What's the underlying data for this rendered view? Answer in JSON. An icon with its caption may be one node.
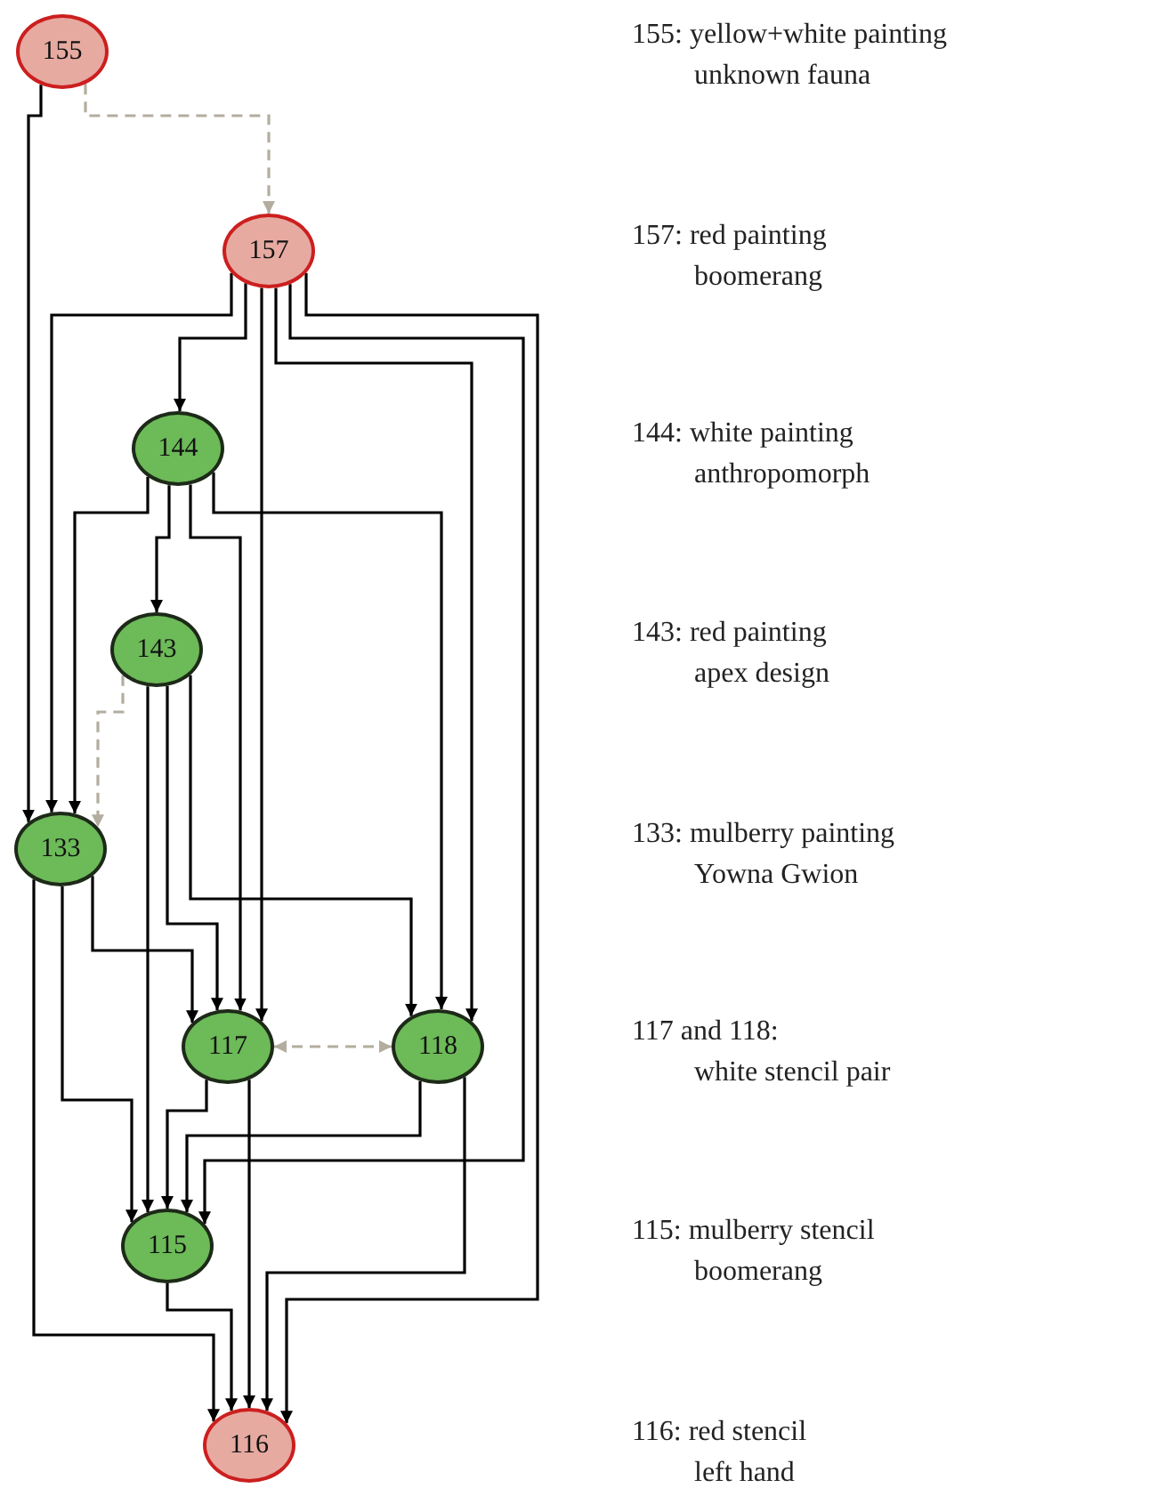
{
  "diagram": {
    "nodes": [
      {
        "text": [
          "155"
        ]
      },
      {
        "text": [
          "157"
        ]
      },
      {
        "text": [
          "144"
        ]
      },
      {
        "text": [
          "143"
        ]
      },
      {
        "text": [
          "133"
        ]
      },
      {
        "text": [
          "117"
        ]
      },
      {
        "text": [
          "118"
        ]
      },
      {
        "text": [
          "115"
        ]
      },
      {
        "text": [
          "116"
        ]
      }
    ],
    "edges": [
      {
        "from": 0,
        "to": 1,
        "arrow": "to",
        "style": "dashed",
        "color": "#b3ad9f"
      },
      {
        "from": 0,
        "to": 4,
        "arrow": "to"
      },
      {
        "from": 1,
        "to": 4,
        "arrow": "to"
      },
      {
        "from": 1,
        "to": 2,
        "arrow": "to"
      },
      {
        "from": 1,
        "to": 5,
        "arrow": "to"
      },
      {
        "from": 1,
        "to": 6,
        "arrow": "to"
      },
      {
        "from": 1,
        "to": 7,
        "arrow": "to"
      },
      {
        "from": 1,
        "to": 8,
        "arrow": "to"
      },
      {
        "from": 2,
        "to": 4,
        "arrow": "to"
      },
      {
        "from": 2,
        "to": 3,
        "arrow": "to"
      },
      {
        "from": 2,
        "to": 5,
        "arrow": "to"
      },
      {
        "from": 2,
        "to": 6,
        "arrow": "to"
      },
      {
        "from": 3,
        "to": 4,
        "arrow": "to",
        "style": "dashed",
        "color": "#b3ad9f"
      },
      {
        "from": 3,
        "to": 7,
        "arrow": "to"
      },
      {
        "from": 3,
        "to": 5,
        "arrow": "to"
      },
      {
        "from": 3,
        "to": 6,
        "arrow": "to"
      },
      {
        "from": 4,
        "to": 8,
        "arrow": "to"
      },
      {
        "from": 4,
        "to": 7,
        "arrow": "to"
      },
      {
        "from": 4,
        "to": 5,
        "arrow": "to"
      },
      {
        "from": 5,
        "to": 7,
        "arrow": "to"
      },
      {
        "from": 5,
        "to": 8,
        "arrow": "to"
      },
      {
        "from": 6,
        "to": 7,
        "arrow": "to"
      },
      {
        "from": 6,
        "to": 8,
        "arrow": "to"
      },
      {
        "from": 7,
        "to": 8,
        "arrow": "to"
      },
      {
        "from": 5,
        "to": 6,
        "arrow": "both",
        "style": "dashed",
        "color": "#b3ad9f"
      }
    ],
    "labels": [
      "155: yellow+white painting",
      "unknown fauna",
      "157: red painting",
      "boomerang",
      "144: white painting",
      "anthropomorph",
      "143: red painting",
      "apex design",
      "133: mulberry painting",
      "Yowna Gwion",
      "117 and 118:",
      "white stencil pair",
      "115: mulberry stencil",
      "boomerang",
      "116: red stencil",
      "left hand"
    ]
  }
}
